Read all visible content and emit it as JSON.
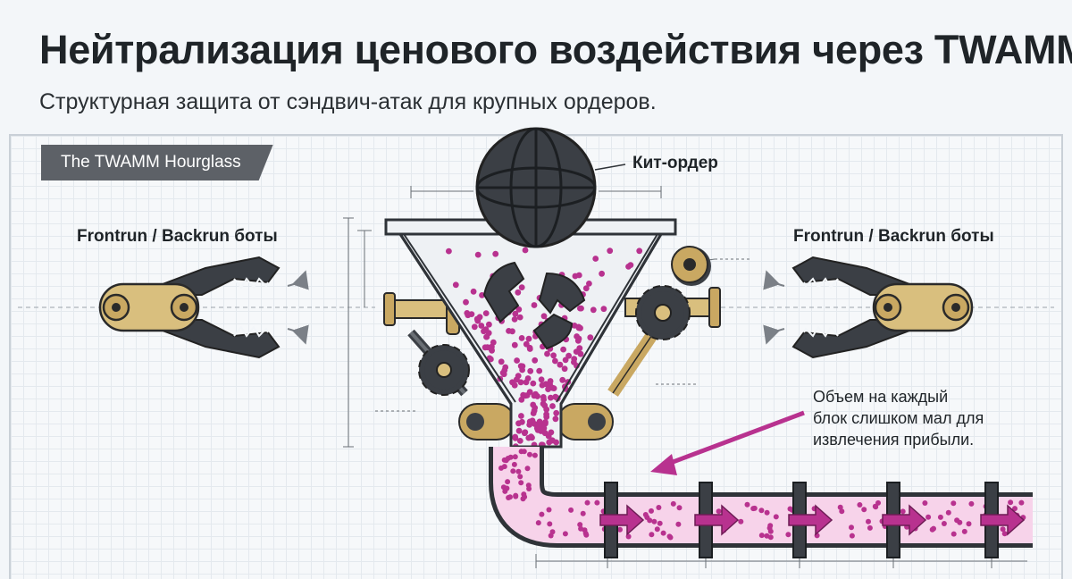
{
  "header": {
    "title": "Нейтрализация ценового воздействия через TWAMM",
    "subtitle": "Структурная защита от сэндвич-атак для крупных ордеров."
  },
  "panel": {
    "tab_label": "The TWAMM Hourglass"
  },
  "labels": {
    "bots_left": "Frontrun / Backrun боты",
    "bots_right": "Frontrun / Backrun боты",
    "whale_order": "Кит-ордер",
    "note_lines": [
      "Объем на каждый",
      "блок слишком мал для",
      "извлечения прибыли."
    ]
  },
  "colors": {
    "accent": "#b8328f",
    "dark": "#3b3f45",
    "brass": "#c9a862",
    "pipe_fill": "#f4c6e3"
  },
  "icons": {
    "claws": "robotic-claw-icon",
    "whale": "sphere-icon",
    "gears": "gear-icon"
  }
}
